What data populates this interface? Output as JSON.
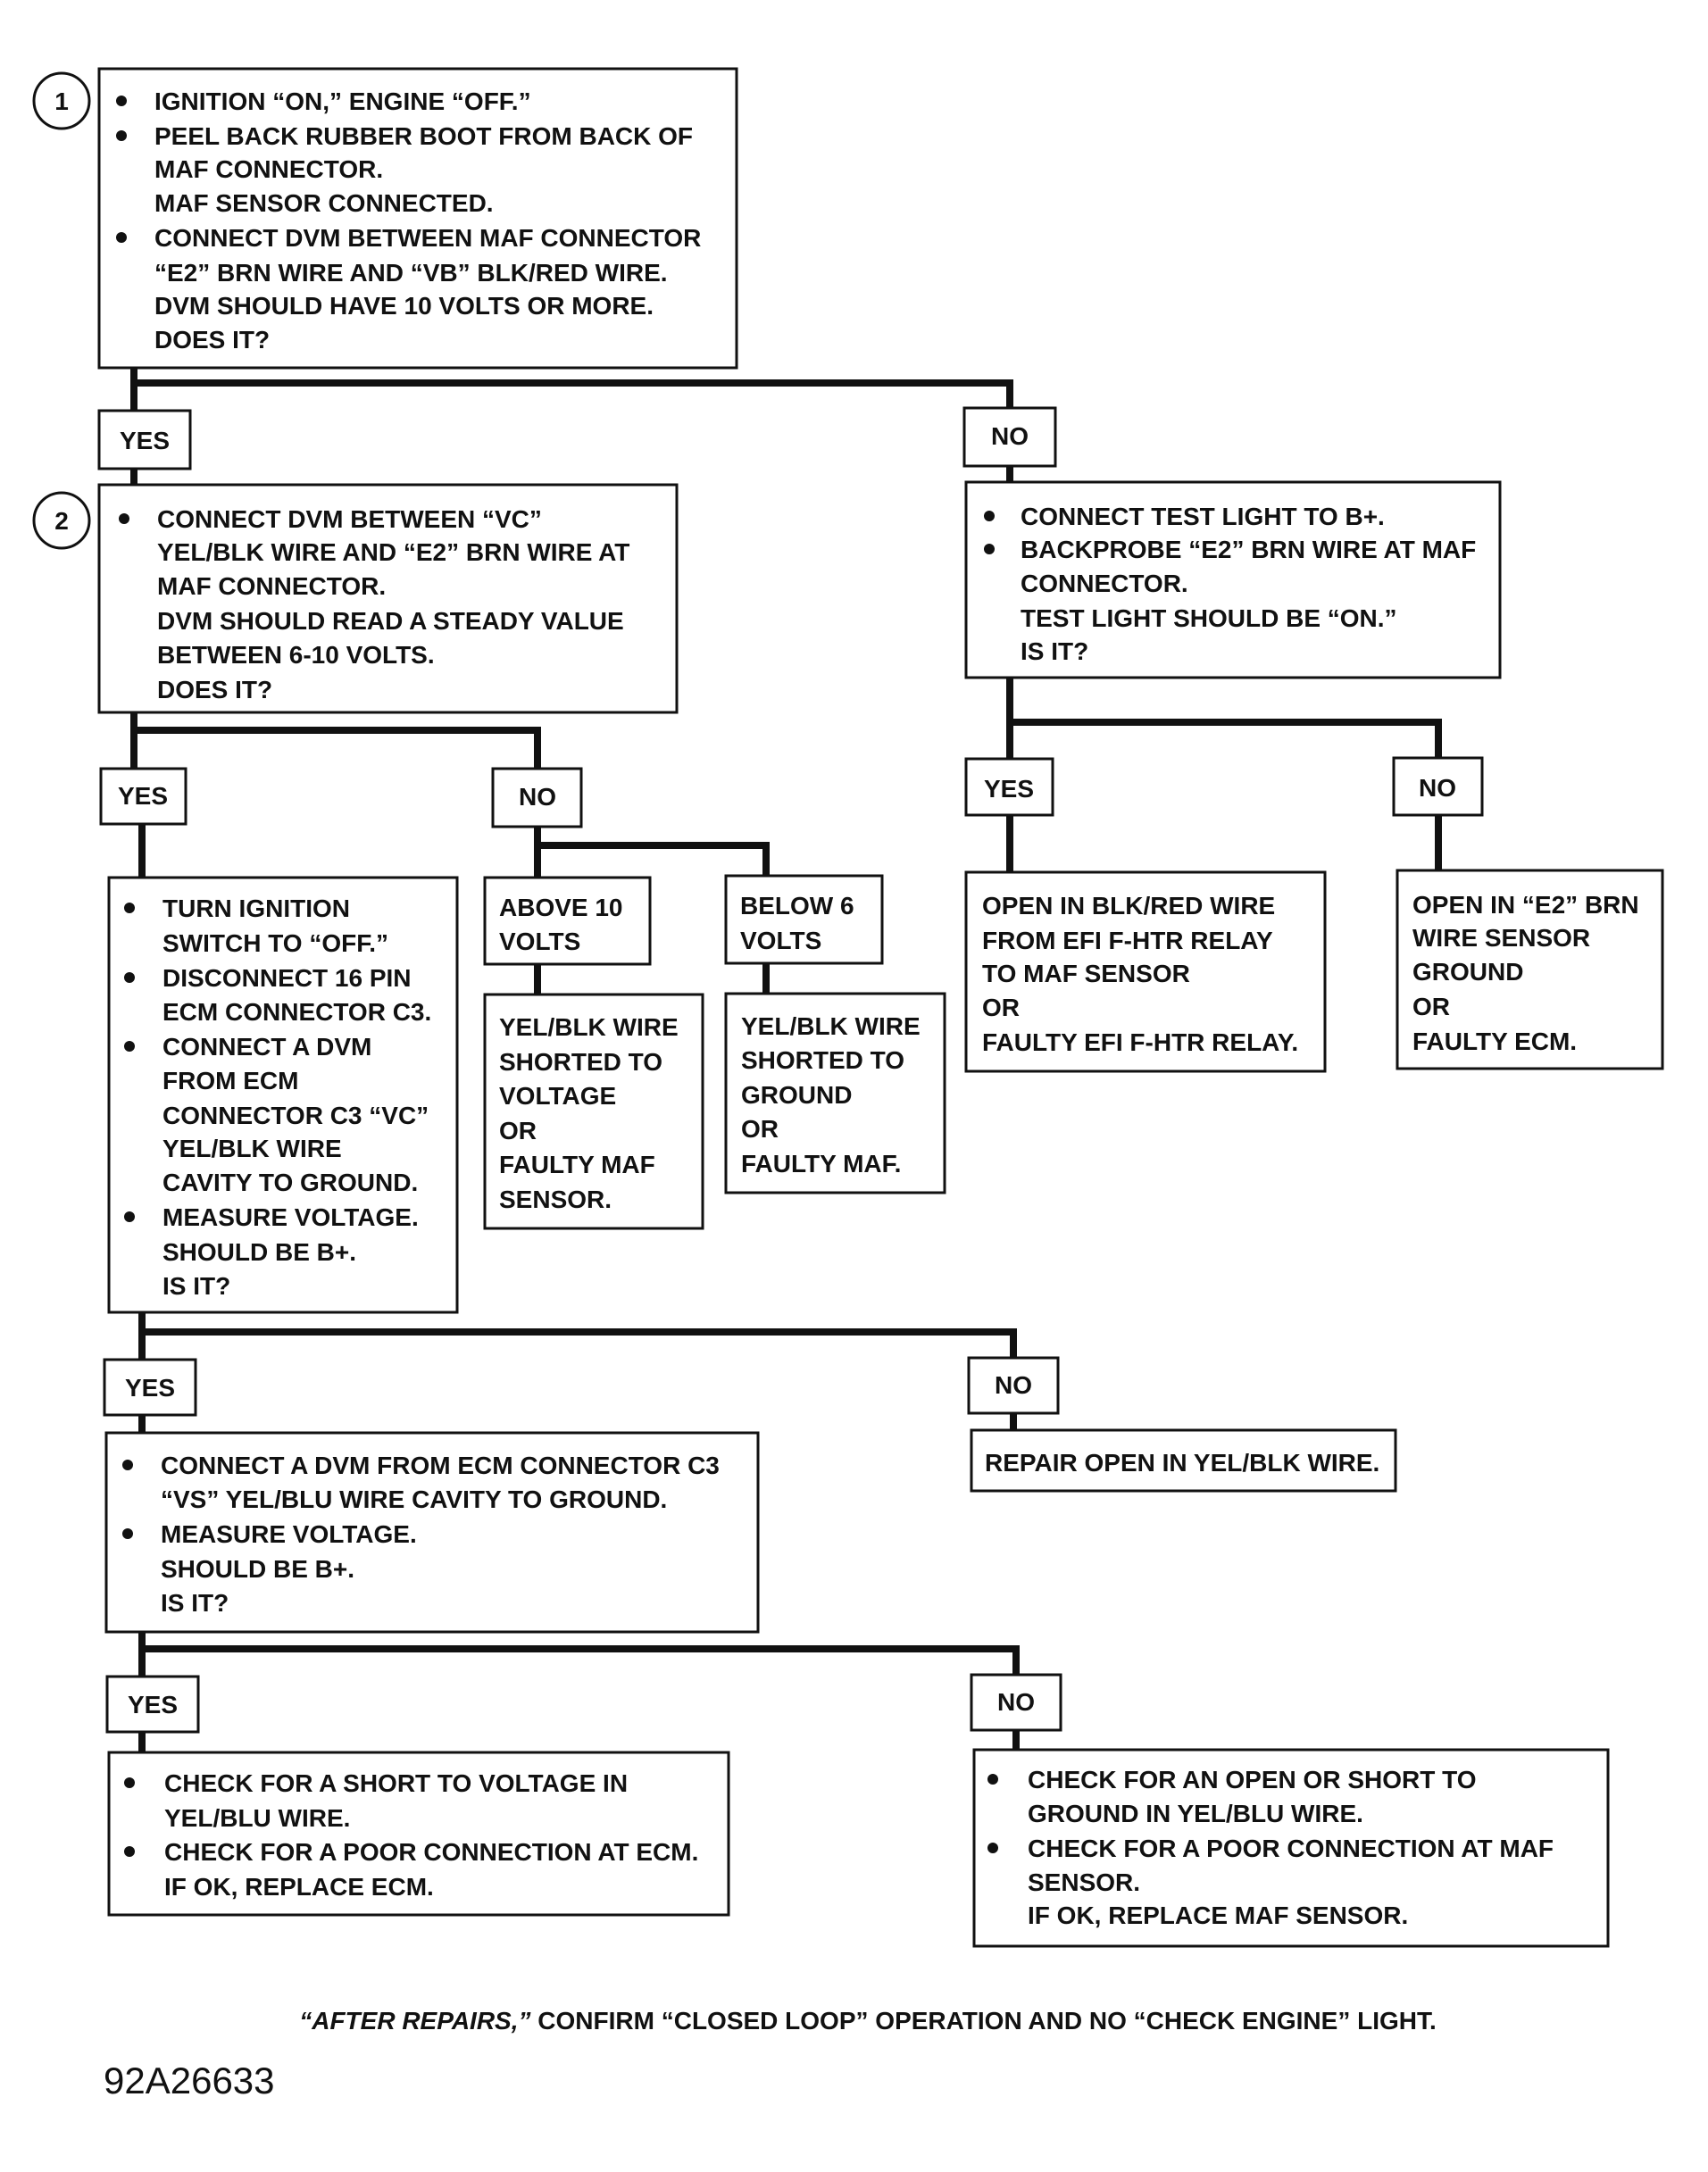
{
  "step_1": {
    "number": "1",
    "lines": [
      "IGNITION “ON,” ENGINE “OFF.”",
      "PEEL BACK RUBBER BOOT FROM BACK OF",
      "MAF CONNECTOR.",
      "MAF SENSOR CONNECTED.",
      "CONNECT DVM BETWEEN MAF CONNECTOR",
      "“E2” BRN WIRE AND “VB” BLK/RED WIRE.",
      "DVM SHOULD HAVE 10 VOLTS OR MORE.",
      "DOES IT?"
    ],
    "yes_label": "YES",
    "no_label": "NO"
  },
  "step_2": {
    "number": "2",
    "lines": [
      "CONNECT DVM BETWEEN “VC”",
      "YEL/BLK WIRE AND “E2” BRN WIRE AT",
      "MAF CONNECTOR.",
      "DVM SHOULD READ A STEADY VALUE",
      "BETWEEN 6-10 VOLTS.",
      "DOES IT?"
    ],
    "yes_label": "YES",
    "no_label": "NO",
    "above": {
      "label": [
        "ABOVE 10",
        "VOLTS"
      ],
      "result": [
        "YEL/BLK WIRE",
        "SHORTED TO",
        "VOLTAGE",
        "OR",
        "FAULTY MAF",
        "SENSOR."
      ]
    },
    "below": {
      "label": [
        "BELOW 6",
        "VOLTS"
      ],
      "result": [
        "YEL/BLK WIRE",
        "SHORTED TO",
        "GROUND",
        "OR",
        "FAULTY MAF."
      ]
    }
  },
  "test_light": {
    "lines": [
      "CONNECT TEST LIGHT TO B+.",
      "BACKPROBE “E2” BRN WIRE AT MAF",
      "CONNECTOR.",
      "TEST LIGHT SHOULD BE “ON.”",
      "IS IT?"
    ],
    "yes_label": "YES",
    "no_label": "NO",
    "yes_result": [
      "OPEN IN BLK/RED WIRE",
      "FROM EFI F-HTR RELAY",
      "TO MAF SENSOR",
      "OR",
      "FAULTY EFI F-HTR RELAY."
    ],
    "no_result": [
      "OPEN IN “E2” BRN",
      "WIRE SENSOR",
      "GROUND",
      "OR",
      "FAULTY ECM."
    ]
  },
  "ecm_vc_check": {
    "lines": [
      "TURN IGNITION",
      "SWITCH TO “OFF.”",
      "DISCONNECT 16 PIN",
      "ECM CONNECTOR C3.",
      "CONNECT A DVM",
      "FROM ECM",
      "CONNECTOR C3 “VC”",
      "YEL/BLK WIRE",
      "CAVITY TO GROUND.",
      "MEASURE VOLTAGE.",
      "SHOULD BE B+.",
      "IS IT?"
    ],
    "yes_label": "YES",
    "no_label": "NO",
    "no_result": [
      "REPAIR OPEN IN YEL/BLK WIRE."
    ]
  },
  "ecm_vs_check": {
    "lines": [
      "CONNECT A DVM FROM ECM CONNECTOR C3",
      "“VS” YEL/BLU WIRE CAVITY TO GROUND.",
      "MEASURE VOLTAGE.",
      "SHOULD BE B+.",
      "IS IT?"
    ],
    "yes_label": "YES",
    "no_label": "NO",
    "yes_result": [
      "CHECK FOR A SHORT TO VOLTAGE IN",
      "YEL/BLU WIRE.",
      "CHECK FOR A POOR CONNECTION AT ECM.",
      "IF OK, REPLACE ECM."
    ],
    "no_result": [
      "CHECK FOR AN OPEN OR SHORT TO",
      "GROUND IN YEL/BLU WIRE.",
      "CHECK FOR A POOR CONNECTION AT MAF",
      "SENSOR.",
      "IF OK, REPLACE MAF SENSOR."
    ]
  },
  "footer": {
    "emphasis": "“AFTER REPAIRS,”",
    "text": " CONFIRM “CLOSED LOOP” OPERATION AND NO “CHECK ENGINE” LIGHT."
  },
  "figure_id": "92A26633",
  "colors": {
    "ink": "#111111",
    "background": "#ffffff"
  }
}
